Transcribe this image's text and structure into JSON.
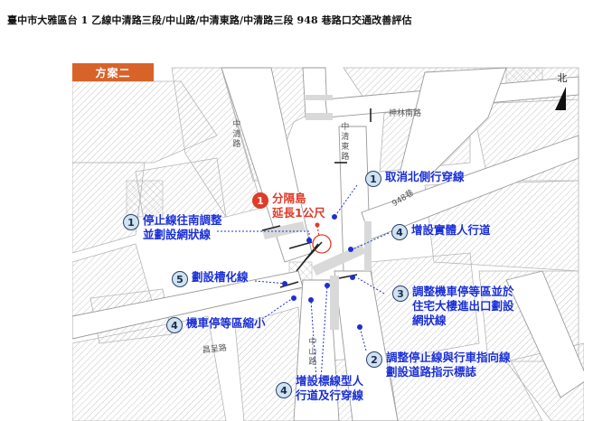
{
  "document": {
    "title": "臺中市大雅區台 1 乙線中清路三段/中山路/中清東路/中清路三段 948 巷路口交通改善評估"
  },
  "map": {
    "plan_tab": "方案二",
    "north_label": "北",
    "colors": {
      "tab_orange": "#d8632a",
      "callout_blue": "#1a2fd6",
      "callout_red": "#e03a28",
      "badge_fill": "#cfe3f0",
      "hatch_gray": "#bdbdbd"
    },
    "road_labels": {
      "zhongqing_rd": "中清路",
      "zhongqing_east_rd": "中清東路",
      "shenlin_south_rd": "神林南路",
      "lane_948": "948巷",
      "changcheng_rd": "昌呈路",
      "zhongshan_rd": "中山路"
    },
    "callouts": [
      {
        "id": "c1-red",
        "number": "1",
        "lines": [
          "分隔島",
          "延長1公尺"
        ]
      },
      {
        "id": "c1-stopline",
        "number": "1",
        "lines": [
          "停止線往南調整",
          "並劃設網狀線"
        ]
      },
      {
        "id": "c1-north-crossing",
        "number": "1",
        "lines": [
          "取消北側行穿線"
        ]
      },
      {
        "id": "c4-sidewalk",
        "number": "4",
        "lines": [
          "增設實體人行道"
        ]
      },
      {
        "id": "c5-channel",
        "number": "5",
        "lines": [
          "劃設槽化線"
        ]
      },
      {
        "id": "c3-moto-box",
        "number": "3",
        "lines": [
          "調整機車停等區並於",
          "住宅大樓進出口劃設",
          "網狀線"
        ]
      },
      {
        "id": "c4-moto-shrink",
        "number": "4",
        "lines": [
          "機車停等區縮小"
        ]
      },
      {
        "id": "c2-stopline-arrows",
        "number": "2",
        "lines": [
          "調整停止線與行車指向線",
          "劃設道路指示標誌"
        ]
      },
      {
        "id": "c4-marking-crosswalk",
        "number": "4",
        "lines": [
          "增設標線型人",
          "行道及行穿線"
        ]
      }
    ]
  }
}
